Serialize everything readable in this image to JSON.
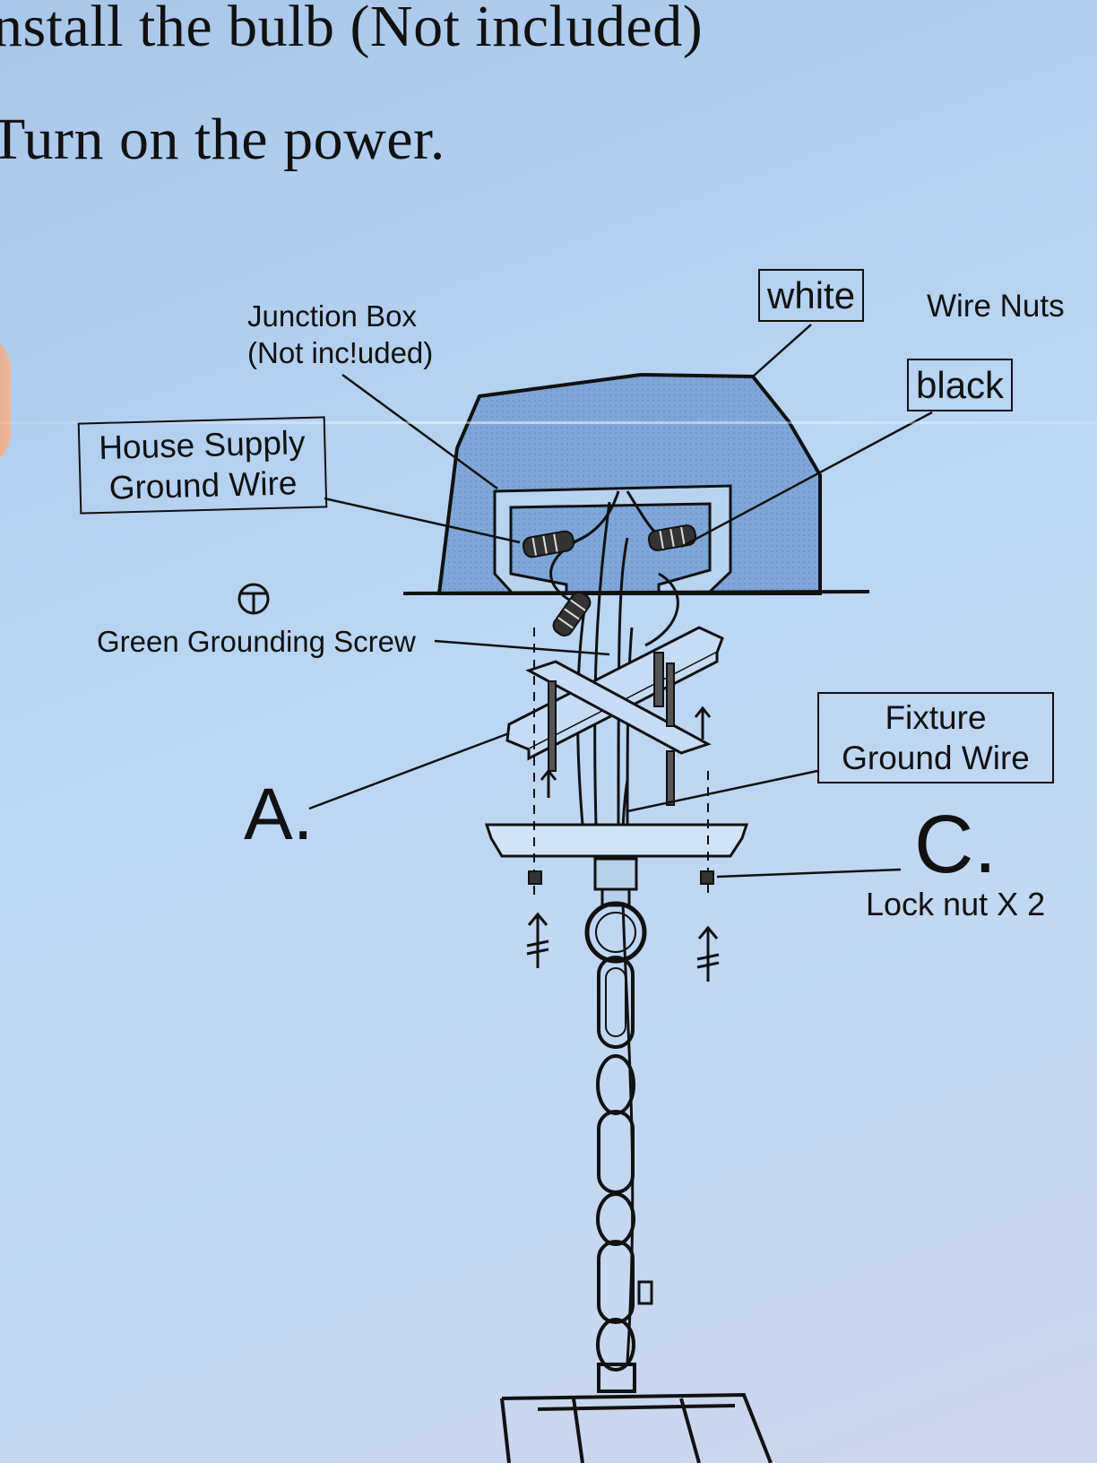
{
  "instructions": {
    "line1": "nstall the bulb (Not included)",
    "line2": "Turn on the power."
  },
  "labels": {
    "junction_box": [
      "Junction Box",
      "(Not inc!uded)"
    ],
    "white": "white",
    "wire_nuts": "Wire Nuts",
    "black": "black",
    "house_supply_ground": [
      "House Supply",
      "Ground Wire"
    ],
    "green_grounding_screw": "Green Grounding Screw",
    "fixture_ground": [
      "Fixture",
      "Ground Wire"
    ],
    "part_a": "A.",
    "part_c": "C.",
    "lock_nut": "Lock nut X 2"
  }
}
